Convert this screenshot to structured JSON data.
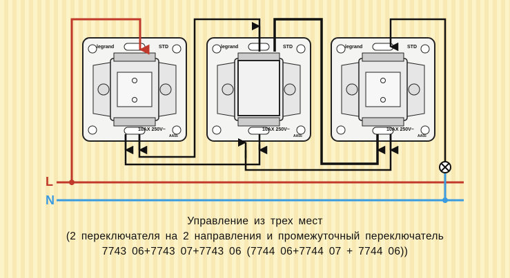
{
  "colors": {
    "live": "#c0392b",
    "neutral": "#3a9be0",
    "wire": "#111111"
  },
  "lines": {
    "live_label": "L",
    "neutral_label": "N"
  },
  "switches": [
    {
      "brand": "legrand",
      "model": "STD",
      "rating_current": "10AX",
      "rating_voltage": "250V~",
      "code": "AA55"
    },
    {
      "brand": "legrand",
      "model": "STD",
      "rating_current": "10AX",
      "rating_voltage": "250V~",
      "code": "AA55"
    },
    {
      "brand": "legrand",
      "model": "STD",
      "rating_current": "10AX",
      "rating_voltage": "250V~",
      "code": "AA55"
    }
  ],
  "lamp_icon": "lamp-icon",
  "caption": {
    "title": "Управление из трех мест",
    "line2": "(2 переключателя на 2 направления и промежуточный переключатель",
    "line3": "7743 06+7743 07+7743 06 (7744 06+7744 07 + 7744 06))"
  }
}
